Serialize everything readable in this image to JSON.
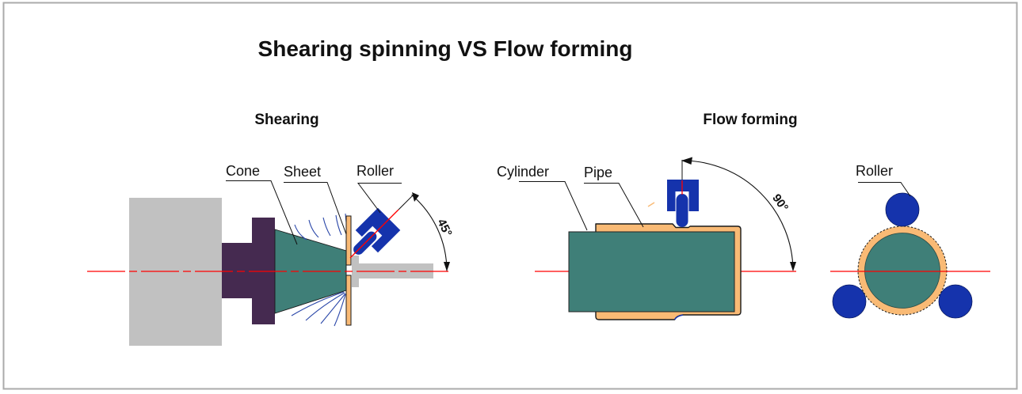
{
  "title": "Shearing spinning VS Flow forming",
  "left": {
    "heading": "Shearing",
    "label_cone": "Cone",
    "label_sheet": "Sheet",
    "label_roller": "Roller",
    "angle": "45°"
  },
  "right": {
    "heading": "Flow forming",
    "label_cylinder": "Cylinder",
    "label_pipe": "Pipe",
    "label_roller": "Roller",
    "angle": "90°"
  },
  "colors": {
    "cone_teal": "#3F7F78",
    "chuck_purple": "#452A50",
    "sheet_orange": "#F9BA75",
    "roller_blue": "#1533AC",
    "machine_gray": "#C1C1C1",
    "centerline_red": "#FF0000",
    "flow_line_blue": "#2946A8",
    "frame_gray": "#ABABAB",
    "ink": "#111111"
  }
}
